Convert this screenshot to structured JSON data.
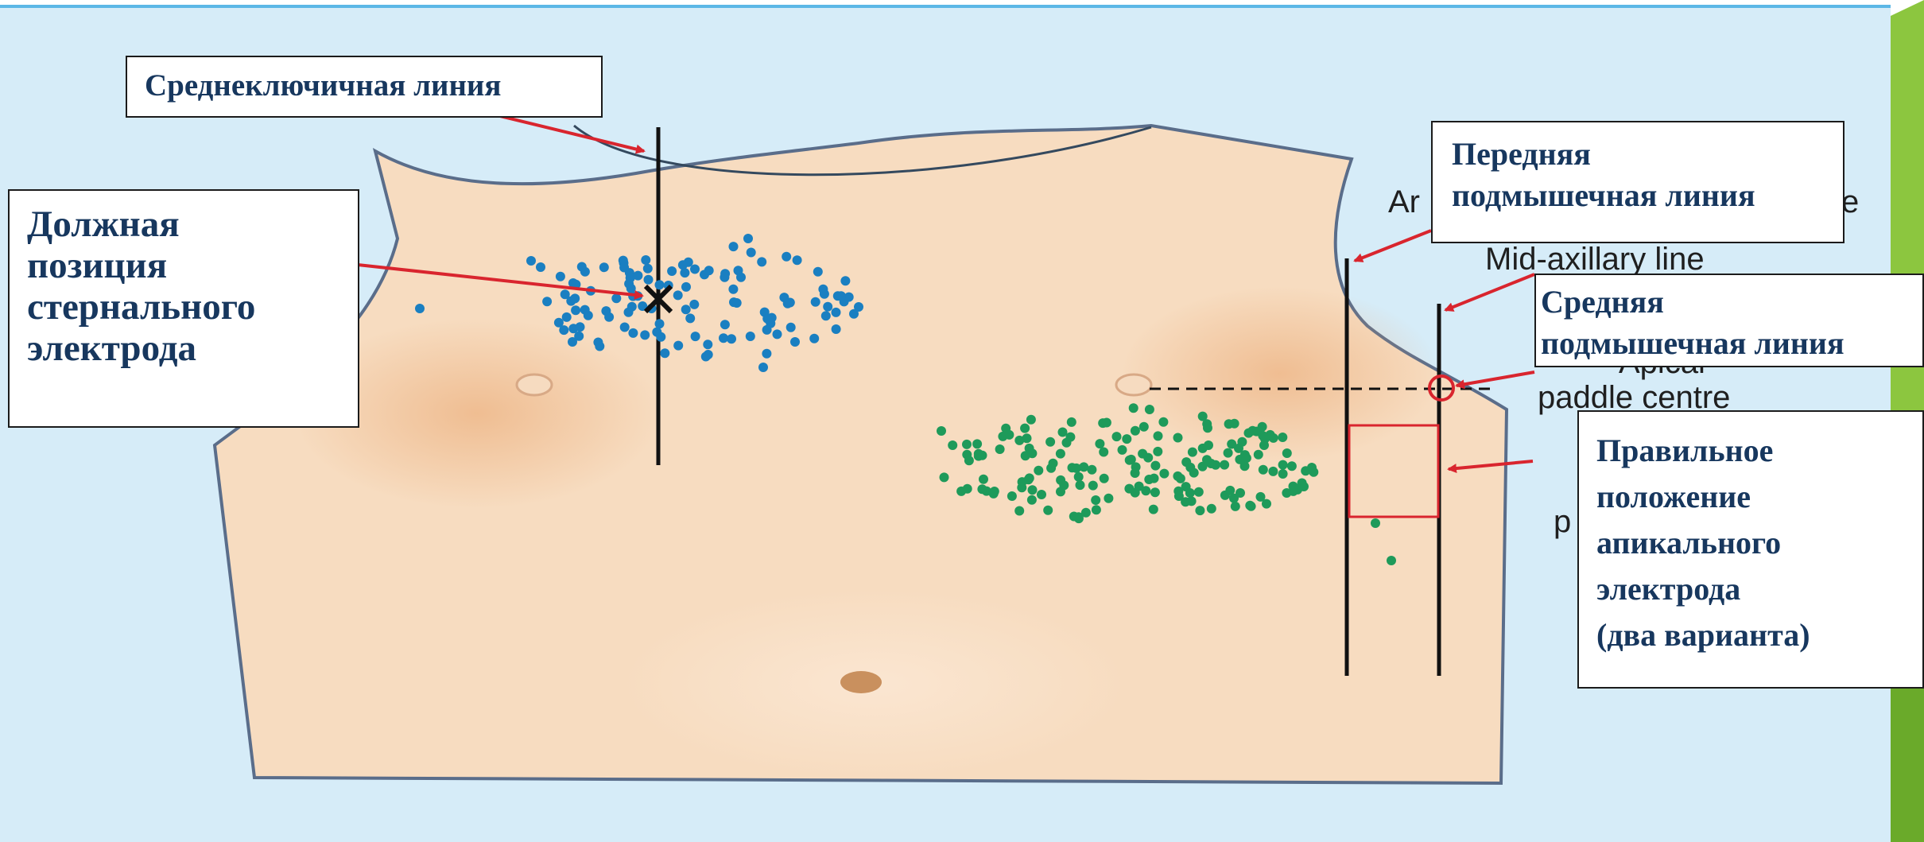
{
  "labels": {
    "midclavicular": "Среднеключичная линия",
    "sternal_electrode": [
      "Должная",
      "позиция",
      "стернального",
      "электрода"
    ],
    "anterior_axillary": [
      "Передняя",
      "подмышечная линия"
    ],
    "mid_axillary": [
      "Средняя",
      "подмышечная линия"
    ],
    "apical_electrode": [
      "Правильное",
      "положение",
      "апикального",
      "электрода",
      "(два варианта)"
    ]
  },
  "english_labels": {
    "anterior_fragment": "Ar",
    "anterior_tail": "e",
    "mid_axillary": "Mid-axillary line",
    "apical_top": "Apical",
    "apical_bottom": "paddle centre",
    "placement_fragment": "p"
  },
  "colors": {
    "background": "#d6ecf8",
    "skin": "#f7dcc0",
    "sternal_dots": "#1a7fc1",
    "apical_dots": "#1e9a5a",
    "arrows": "#d9252e",
    "label_text": "#17375e",
    "accent_green": "#8cc63f"
  }
}
